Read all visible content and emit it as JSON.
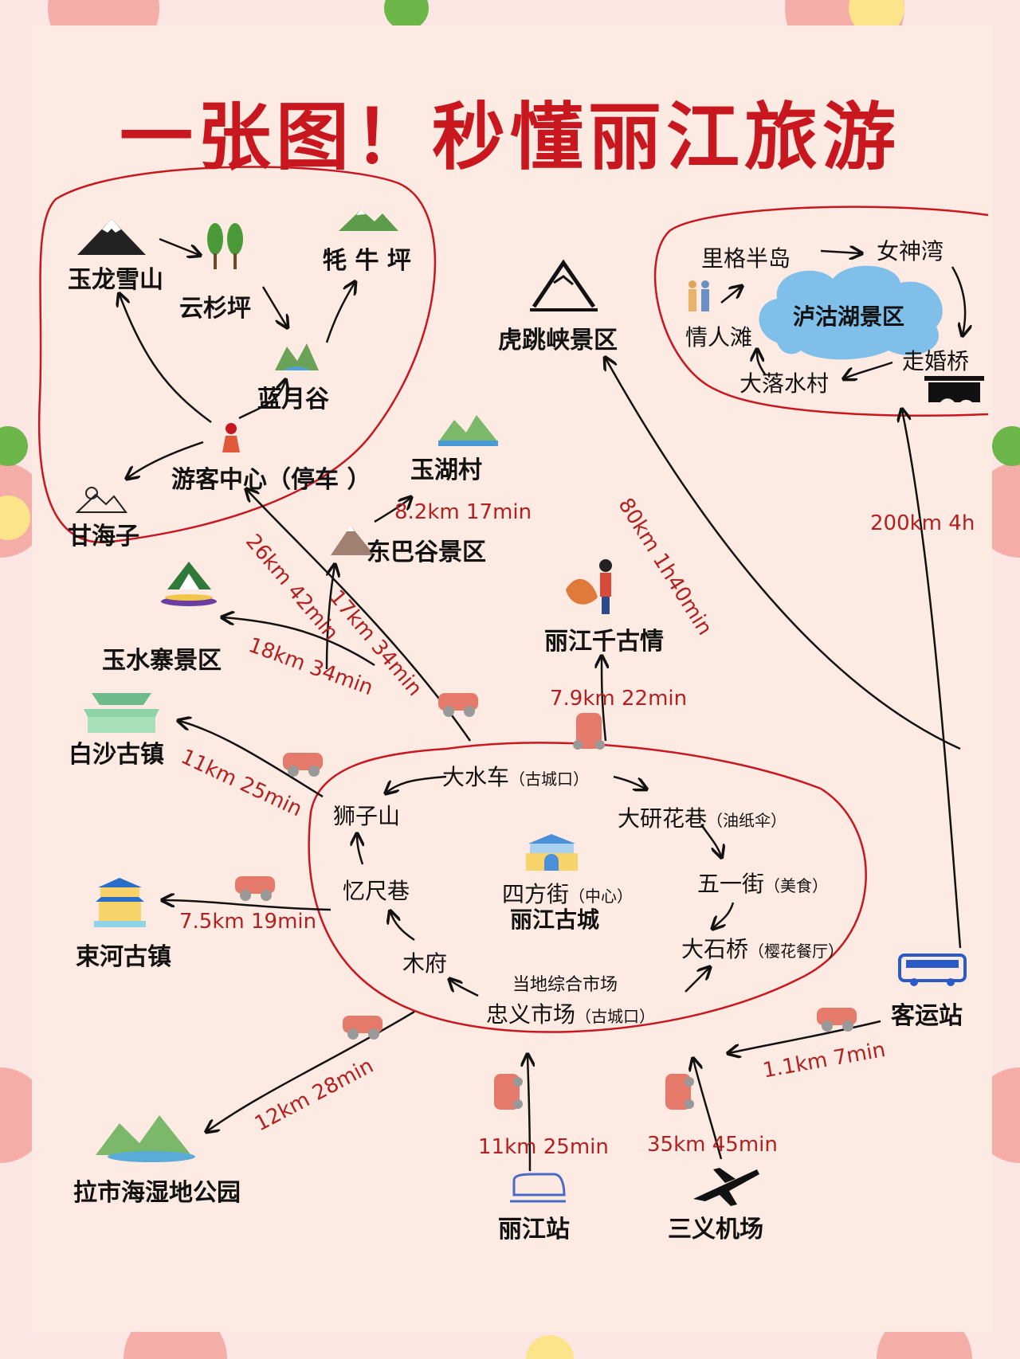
{
  "title": "一张图！秒懂丽江旅游",
  "colors": {
    "accent": "#c8171e",
    "route_text": "#b22020",
    "loop_outline": "#c8171e",
    "lake": "#7fbfea"
  },
  "clusters": {
    "snow_mountain": {
      "yulong": "玉龙雪山",
      "yunshanping": "云杉坪",
      "maoniuping": "牦 牛 坪",
      "lanyuegu": "蓝月谷",
      "visitor_center": "游客中心（停车 ）",
      "ganhaizi": "甘海子"
    },
    "lugu_lake": {
      "center": "泸沽湖景区",
      "ligebandao": "里格半岛",
      "nvshenwan": "女神湾",
      "qingrentan": "情人滩",
      "zouhunqiao": "走婚桥",
      "daluoshuicun": "大落水村"
    },
    "old_town": {
      "center": "四方街",
      "center_note": "（中心）",
      "name": "丽江古城",
      "dashuiche": "大水车",
      "dashuiche_note": "（古城口）",
      "dayanhuaxiang": "大研花巷",
      "dayanhuaxiang_note": "（油纸伞）",
      "shizishan": "狮子山",
      "yichixiang": "忆尺巷",
      "wuyijie": "五一街",
      "wuyijie_note": "（美食）",
      "mufu": "木府",
      "dashiqiao": "大石桥",
      "dashiqiao_note": "（樱花餐厅）",
      "market_note": "当地综合市场",
      "zhongyi": "忠义市场",
      "zhongyi_note": "（古城口）"
    }
  },
  "places": {
    "hutiaoxia": "虎跳峡景区",
    "yuhucun": "玉湖村",
    "dongbagu": "东巴谷景区",
    "yushuizhai": "玉水寨景区",
    "baisha": "白沙古镇",
    "shuhe": "束河古镇",
    "qiangu": "丽江千古情",
    "lashihai": "拉市海湿地公园",
    "station": "丽江站",
    "airport": "三义机场",
    "bus": "客运站"
  },
  "routes": {
    "hutiaoxia": "80km 1h40min",
    "lugu": "200km 4h",
    "yuhucun": "8.2km 17min",
    "visitor": "26km 42min",
    "dongbagu": "17km 34min",
    "yushuizhai": "18km 34min",
    "qiangu": "7.9km 22min",
    "baisha": "11km 25min",
    "shuhe": "7.5km 19min",
    "lashihai": "12km 28min",
    "station": "11km 25min",
    "airport": "35km 45min",
    "bus": "1.1km 7min"
  },
  "icons": [
    "snow-mountain-icon",
    "trees-icon",
    "green-mountain-icon",
    "valley-icon",
    "person-icon",
    "sun-mountain-icon",
    "mountain-outline-icon",
    "lake-icon",
    "hill-icon",
    "people-icon",
    "bridge-icon",
    "dancers-icon",
    "gate-icon",
    "pavilion-icon",
    "fortress-icon",
    "wetland-icon",
    "train-icon",
    "airplane-icon",
    "bus-icon",
    "car-icon"
  ]
}
